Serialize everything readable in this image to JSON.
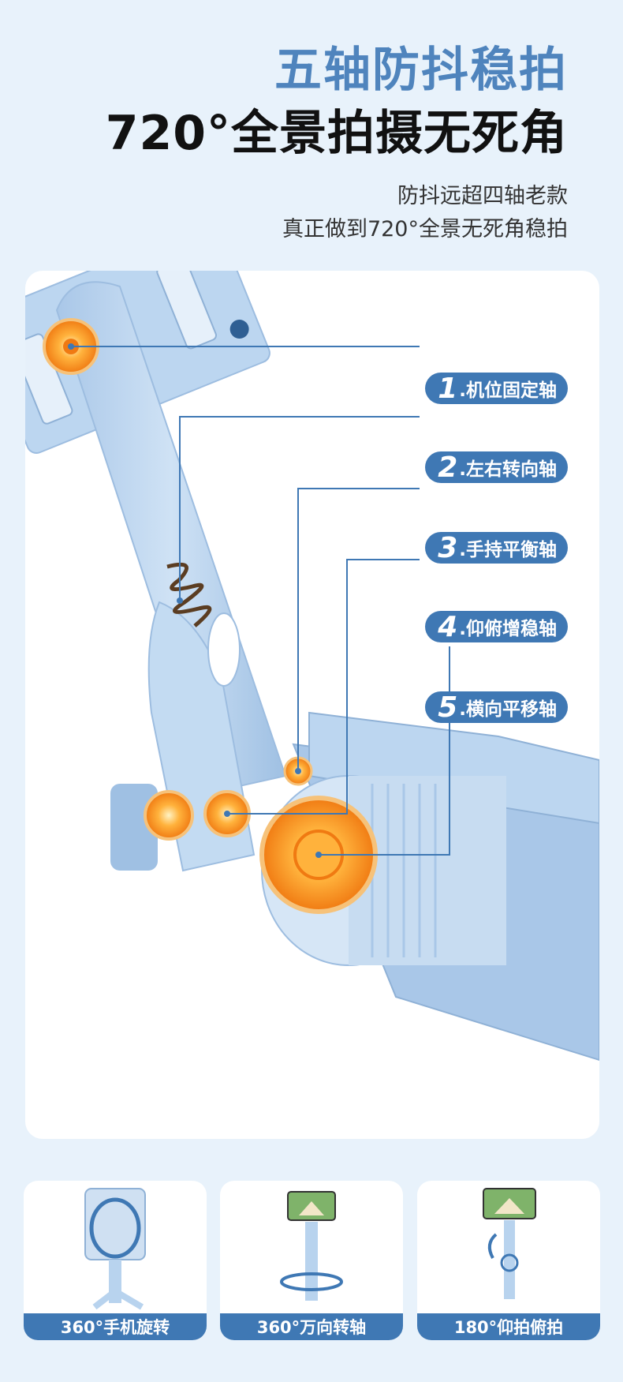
{
  "header": {
    "title": "五轴防抖稳拍",
    "subtitle": "720°全景拍摄无死角",
    "desc_line1": "防抖远超四轴老款",
    "desc_line2": "真正做到720°全景无死角稳拍"
  },
  "axes": [
    {
      "num": "1",
      "label": ".机位固定轴"
    },
    {
      "num": "2",
      "label": ".左右转向轴"
    },
    {
      "num": "3",
      "label": ".手持平衡轴"
    },
    {
      "num": "4",
      "label": ".仰俯增稳轴"
    },
    {
      "num": "5",
      "label": ".横向平移轴"
    }
  ],
  "features": [
    {
      "label": "360°手机旋转"
    },
    {
      "label": "360°万向转轴"
    },
    {
      "label": "180°仰拍俯拍"
    }
  ],
  "colors": {
    "accent_blue": "#3f78b4",
    "title_blue": "#4f84bd",
    "device_blue": "#b8d3ee",
    "gear_orange": "#f7a43a",
    "background": "#e8f2fb"
  },
  "icons": [
    "spring-icon",
    "gear-icon"
  ]
}
